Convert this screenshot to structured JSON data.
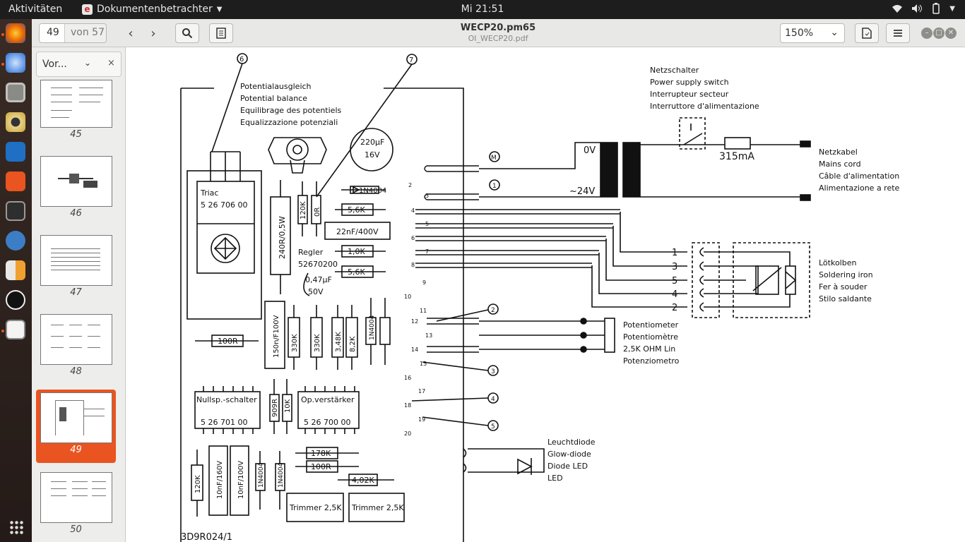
{
  "topbar": {
    "activities": "Aktivitäten",
    "app_name": "Dokumentenbetrachter",
    "clock": "Mi 21:51"
  },
  "header": {
    "page_current": "49",
    "page_total": "von 57",
    "title": "WECP20.pm65",
    "subtitle": "OI_WECP20.pdf",
    "zoom": "150%"
  },
  "sidebar": {
    "label": "Vor...",
    "thumbnails": [
      {
        "num": "45"
      },
      {
        "num": "46"
      },
      {
        "num": "47"
      },
      {
        "num": "48"
      },
      {
        "num": "49",
        "selected": true
      },
      {
        "num": "50"
      }
    ]
  },
  "schematic": {
    "callout_6": "6",
    "callout_7": "7",
    "potential_lines": [
      "Potentialausgleich",
      "Potential balance",
      "Equilibrage des potentiels",
      "Equalizzazione potenziali"
    ],
    "cap_220": [
      "220µF",
      "16V"
    ],
    "triac": [
      "Triac",
      "5 26 706 00"
    ],
    "r_240": "240R/0,5W",
    "r_120k": "120K",
    "r_0r": "0R",
    "d_1n4004_top": "1N4004",
    "r_5k6_a": "5,6K",
    "c_22n": "22nF/400V",
    "regler": [
      "Regler",
      "52670200"
    ],
    "r_1k": "1,0K",
    "r_5k6_b": "5,6K",
    "c_047": [
      "0,47µF",
      "50V"
    ],
    "c_150n": "150n/F100V",
    "r_330k_a": "330K",
    "r_330k_b": "330K",
    "r_3k48": "3,48K",
    "r_8k2": "8,2K",
    "d_1n4004_mid": "1N4004",
    "r_100r_a": "100R",
    "nullsp": [
      "Nullsp.-schalter",
      "5 26 701 00"
    ],
    "r_909r": "909R",
    "r_10k": "10K",
    "opv": [
      "Op.verstärker",
      "5 26 700 00"
    ],
    "r_120k_b": "120K",
    "c_10n": "10nF/160V",
    "c_10n_b": "10nF/100V",
    "d_a": "1N4004",
    "d_b": "1N4004",
    "r_178k": "178K",
    "r_100r_b": "100R",
    "r_402k": "4,02K",
    "trim1": "Trimmer 2,5K",
    "trim2": "Trimmer 2,5K",
    "drawing_no": "3D9R024/1",
    "term_m": "M",
    "term_1": "1",
    "pins_left": [
      "2",
      "3",
      "4",
      "5",
      "6",
      "7",
      "8",
      "9",
      "10",
      "11",
      "12",
      "13",
      "14",
      "15",
      "16",
      "17",
      "18",
      "19",
      "20"
    ],
    "callouts": [
      "2",
      "3",
      "4",
      "5"
    ],
    "tr_0v": "0V",
    "tr_24v": "~24V",
    "switch_lines": [
      "Netzschalter",
      "Power supply switch",
      "Interrupteur secteur",
      "Interruttore d'alimentazione"
    ],
    "fuse": "315mA",
    "mains_lines": [
      "Netzkabel",
      "Mains cord",
      "Câble d'alimentation",
      "Alimentazione a rete"
    ],
    "iron_pins": [
      "1",
      "3",
      "5",
      "4",
      "2"
    ],
    "iron_lines": [
      "Lötkolben",
      "Soldering iron",
      "Fer à souder",
      "Stilo saldante"
    ],
    "pot_lines": [
      "Potentiometer",
      "Potentiomètre",
      "2,5K OHM Lin",
      "Potenziometro"
    ],
    "led_lines": [
      "Leuchtdiode",
      "Glow-diode",
      "Diode LED",
      "LED"
    ]
  }
}
